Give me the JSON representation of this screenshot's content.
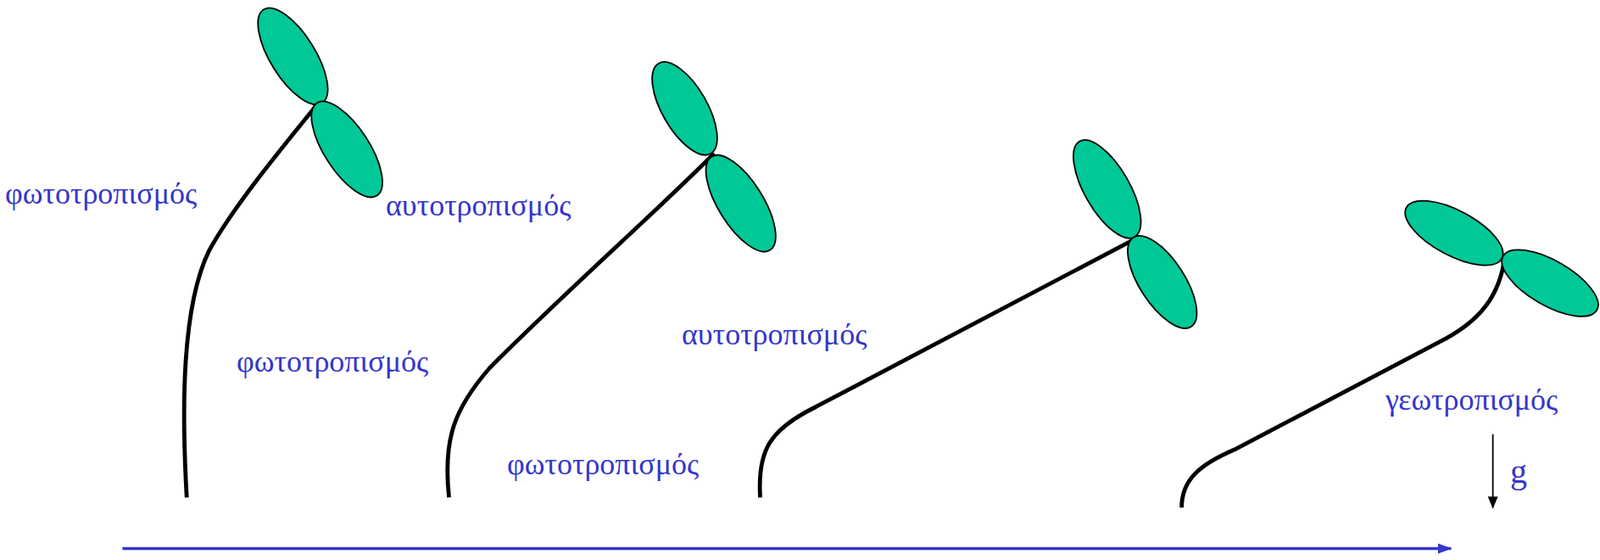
{
  "diagram": {
    "labels": [
      "φωτοτροπισμός",
      "αυτοτροπισμός",
      "φωτοτροπισμός",
      "αυτοτροπισμός",
      "φωτοτροπισμός",
      "γεωτροπισμός",
      "g"
    ]
  }
}
